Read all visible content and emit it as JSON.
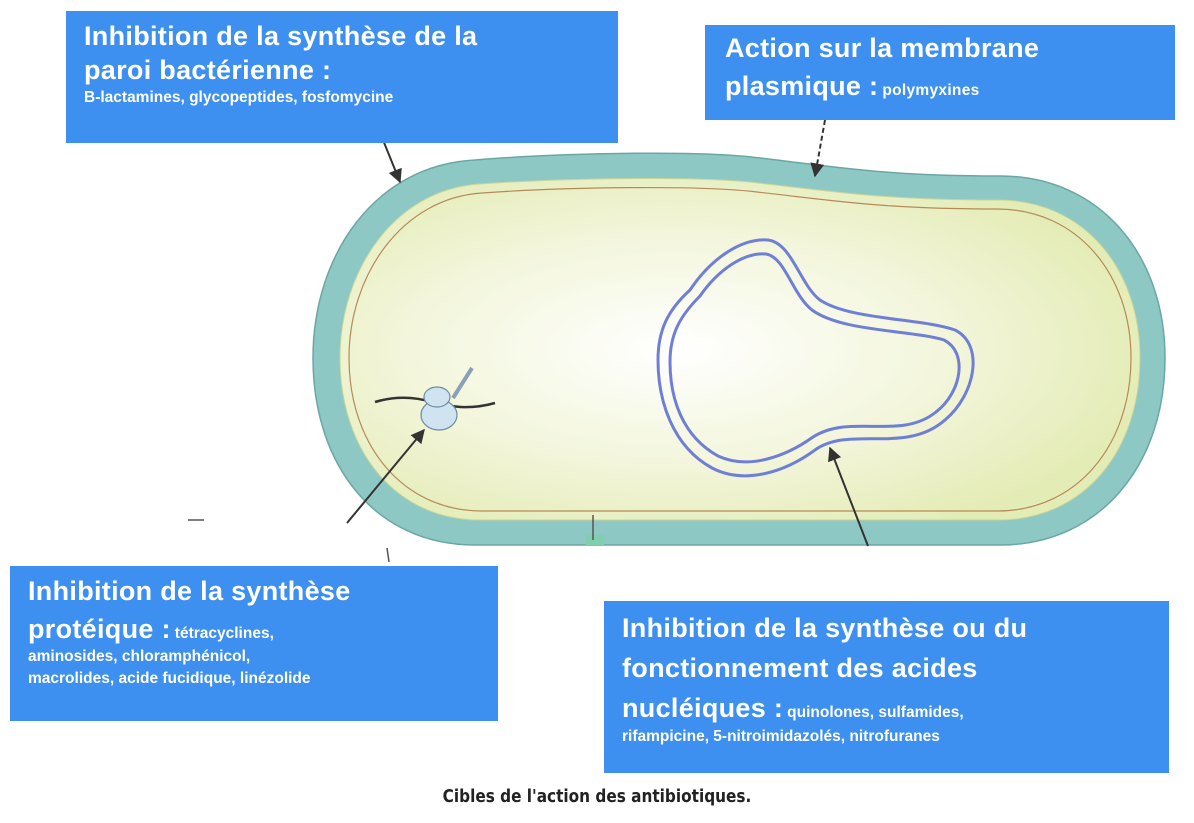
{
  "boxes": {
    "paroi": {
      "title_line1": "Inhibition de la synthèse de la",
      "title_line2": "paroi bactérienne :",
      "drugs": "B-lactamines, glycopeptides, fosfomycine"
    },
    "membrane": {
      "title_line1": "Action sur la membrane",
      "title_line2": "plasmique :",
      "drugs": "polymyxines"
    },
    "proteique": {
      "title_line1": "Inhibition de la synthèse",
      "title_line2": "protéique :",
      "drugs_line1": "tétracyclines,",
      "drugs_line2": "aminosides, chloramphénicol,",
      "drugs_line3": "macrolides, acide fucidique, linézolide"
    },
    "acides": {
      "title_line1": "Inhibition de la synthèse ou du",
      "title_line2": "fonctionnement des acides",
      "title_line3": "nucléiques :",
      "drugs_line1": "quinolones, sulfamides,",
      "drugs_line2": "rifampicine, 5-nitroimidazolés, nitrofuranes"
    }
  },
  "caption": "Cibles de l'action des antibiotiques.",
  "colors": {
    "box_fill": "#3d8ff0",
    "cell_wall": "#8ec8c4",
    "cytoplasm": "#eef3c9",
    "dna": "#6f7fd6",
    "arrow": "#333333"
  }
}
